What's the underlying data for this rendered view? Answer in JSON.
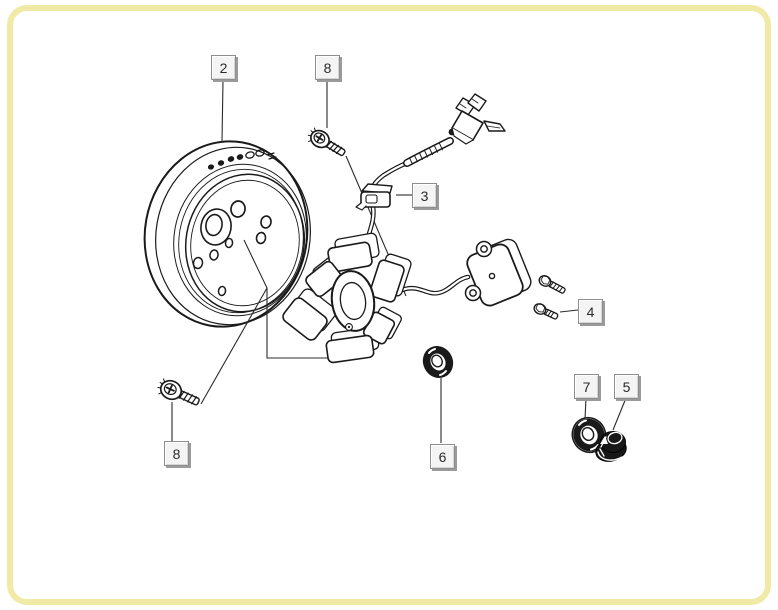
{
  "diagram": {
    "callouts": [
      {
        "number": "2"
      },
      {
        "number": "8"
      },
      {
        "number": "3"
      },
      {
        "number": "4"
      },
      {
        "number": "7"
      },
      {
        "number": "5"
      },
      {
        "number": "6"
      },
      {
        "number": "8"
      }
    ]
  },
  "colors": {
    "background": "#FFFFFF",
    "frame": "#F0EAA6",
    "line_art": "#1A1A1A",
    "callout_face": "#F4F4F4",
    "callout_border": "#8E8E8E",
    "callout_shadow": "#9B9B9B",
    "callout_text": "#2A2A2A"
  }
}
